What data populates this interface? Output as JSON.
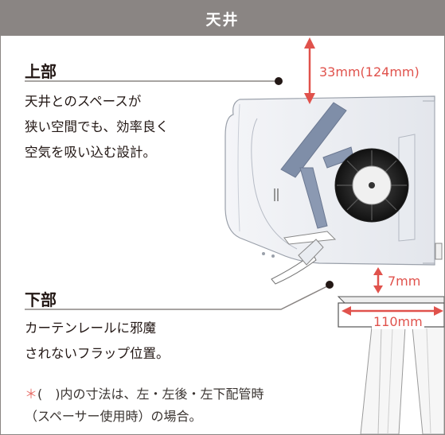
{
  "header": {
    "title": "天井"
  },
  "upper": {
    "heading": "上部",
    "description": "天井とのスペースが\n狭い空間でも、効率良く\n空気を吸い込む設計。"
  },
  "lower": {
    "heading": "下部",
    "description": "カーテンレールに邪魔\nされないフラップ位置。"
  },
  "dimensions": {
    "top_clearance": "33mm(124mm)",
    "bottom_clearance": "7mm",
    "rail_depth": "110mm"
  },
  "note": {
    "mark": "＊",
    "text": "(　)内の寸法は、左・左後・左下配管時\n（スペーサー使用時）の場合。"
  },
  "colors": {
    "header_bg": "#8a8583",
    "dimension_accent": "#e0524c",
    "note_mark": "#e8706a"
  }
}
